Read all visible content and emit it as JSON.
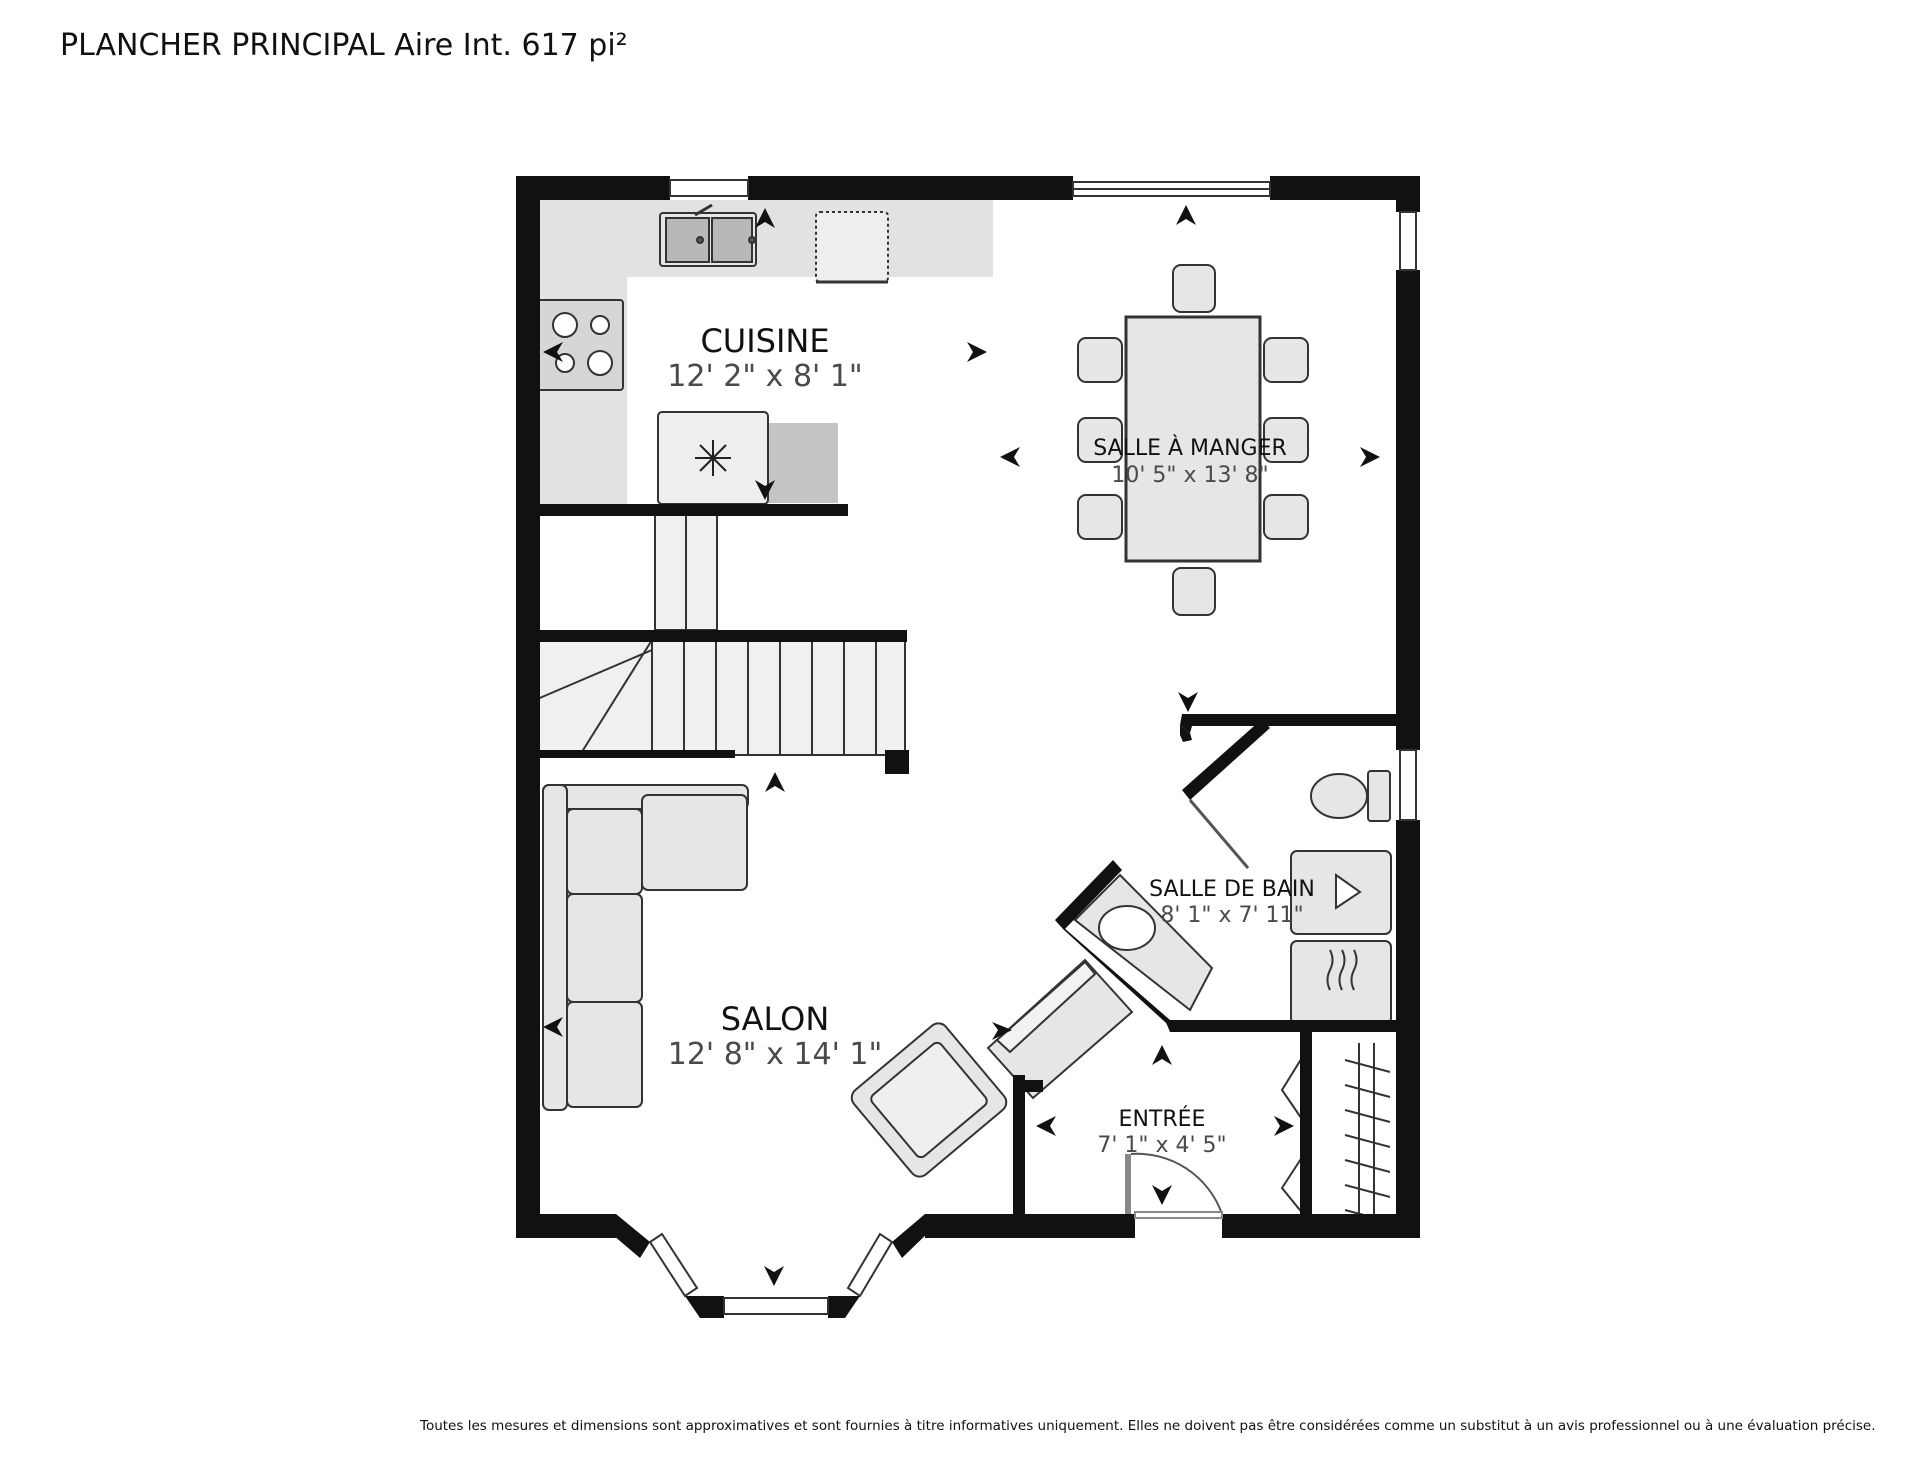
{
  "header": {
    "title": "PLANCHER PRINCIPAL Aire Int. 617 pi²"
  },
  "rooms": {
    "cuisine": {
      "name": "CUISINE",
      "dims": "12' 2\" x 8' 1\""
    },
    "salle_a_manger": {
      "name": "SALLE À MANGER",
      "dims": "10' 5\" x 13' 8\""
    },
    "salon": {
      "name": "SALON",
      "dims": "12' 8\" x 14' 1\""
    },
    "salle_de_bain": {
      "name": "SALLE DE BAIN",
      "dims": "8' 1\" x 7' 11\""
    },
    "entree": {
      "name": "ENTRÉE",
      "dims": "7' 1\" x 4' 5\""
    }
  },
  "footer": {
    "disclaimer": "Toutes les mesures et dimensions sont approximatives et sont fournies à titre informatives uniquement. Elles ne doivent pas être considérées comme un substitut à un avis professionnel ou à une évaluation précise."
  },
  "colors": {
    "wall": "#111111",
    "fixture_fill": "#e6e6e6",
    "counter_fill": "#e2e2e2",
    "fixture_stroke": "#333333"
  }
}
